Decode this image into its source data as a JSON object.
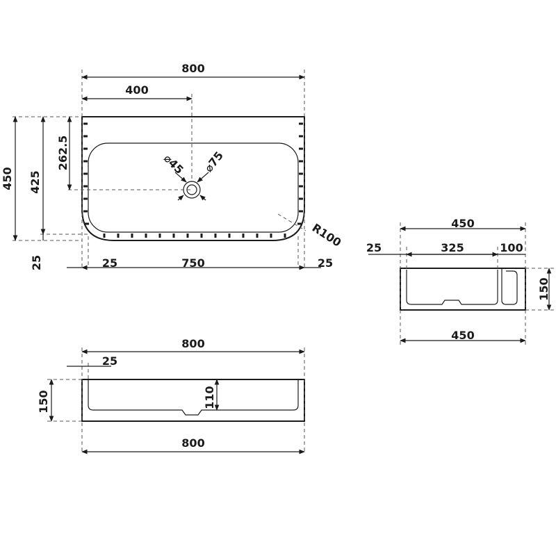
{
  "top_view": {
    "overall_width": "800",
    "drain_offset": "400",
    "overall_depth": "450",
    "inner_depth": "425",
    "drain_depth_offset": "262.5",
    "waste_small": "⌀45",
    "waste_large": "⌀75",
    "corner_radius": "R100",
    "rim_left": "25",
    "inner_width": "750",
    "rim_right": "25",
    "rim_front": "25"
  },
  "side_view": {
    "top_width": "450",
    "rim": "25",
    "bowl_depth": "325",
    "ledge": "100",
    "height": "150",
    "bottom_width": "450"
  },
  "front_view": {
    "top_width": "800",
    "rim": "25",
    "height": "150",
    "inner_height": "110",
    "bottom_width": "800"
  }
}
